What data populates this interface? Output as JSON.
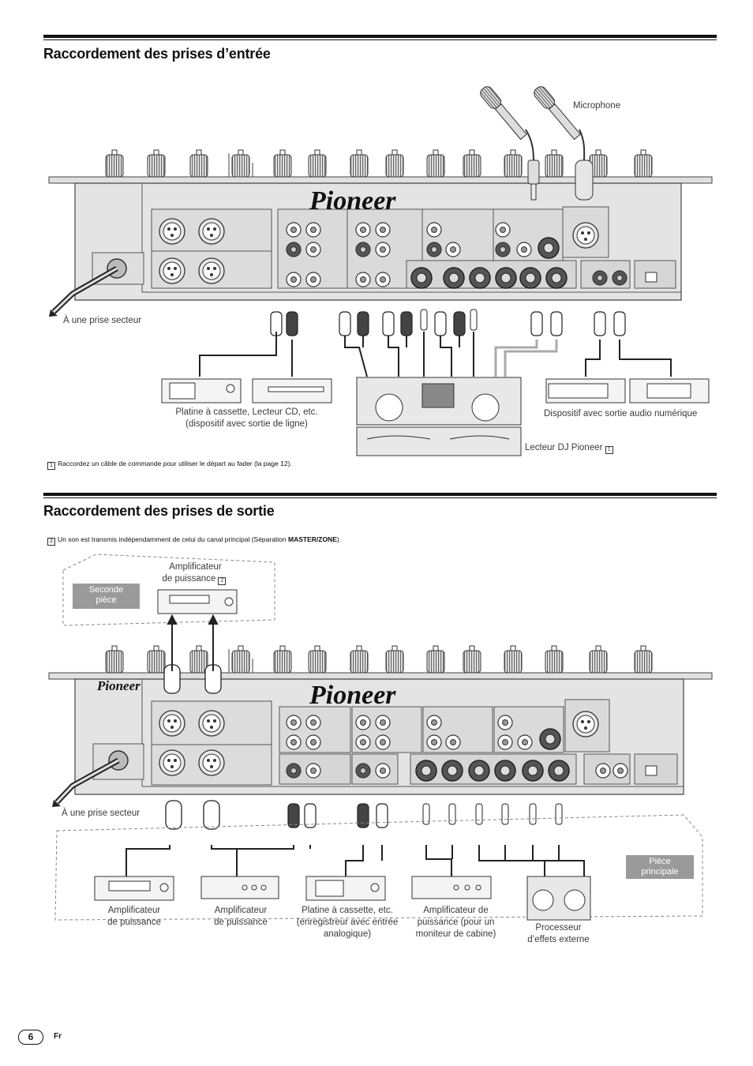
{
  "section1": {
    "title": "Raccordement des prises d’entrée",
    "brand": "Pioneer",
    "labels": {
      "microphone": "Microphone",
      "power_outlet": "À une prise secteur",
      "cassette_line1": "Platine à cassette, Lecteur CD, etc.",
      "cassette_line2": "(dispositif avec sortie de ligne)",
      "digital_out": "Dispositif avec sortie audio numérique",
      "dj_player": "Lecteur DJ Pioneer",
      "dj_player_ref": "1"
    },
    "footnote": {
      "marker": "1",
      "text_before": "Raccordez un câble de commande pour utiliser le départ au fader (la page ",
      "page_ref": "12",
      "text_after": ")."
    }
  },
  "section2": {
    "title": "Raccordement des prises de sortie",
    "brand": "Pioneer",
    "note": {
      "marker": "2",
      "text_before": "Un son est transmis indépendamment de celui du canal principal (Séparation ",
      "bold": "MASTER/ZONE",
      "text_after": ")."
    },
    "labels": {
      "amp_top_line1": "Amplificateur",
      "amp_top_line2": "de puissance",
      "amp_top_ref": "2",
      "second_room_line1": "Seconde",
      "second_room_line2": "pièce",
      "power_outlet": "À une prise secteur",
      "main_room_line1": "Pièce",
      "main_room_line2": "principale",
      "amp1_line1": "Amplificateur",
      "amp1_line2": "de puissance",
      "amp2_line1": "Amplificateur",
      "amp2_line2": "de puissance",
      "cassette_line1": "Platine à cassette, etc.",
      "cassette_line2": "(enregistreur avec entrée",
      "cassette_line3": "analogique)",
      "booth_line1": "Amplificateur de",
      "booth_line2": "puissance (pour un",
      "booth_line3": "moniteur de cabine)",
      "fx_line1": "Processeur",
      "fx_line2": "d’effets externe"
    }
  },
  "footer": {
    "page_number": "6",
    "language": "Fr"
  }
}
